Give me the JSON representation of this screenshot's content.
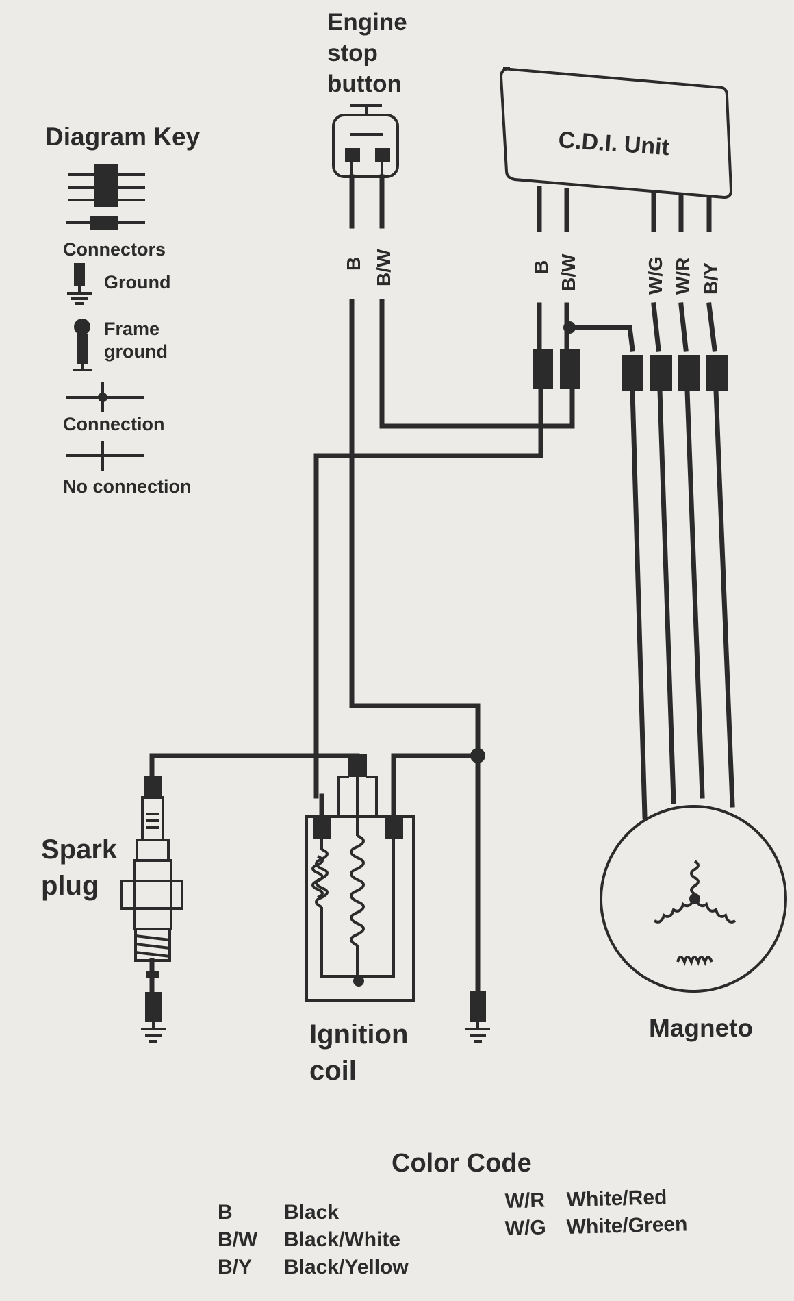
{
  "diagram_key": {
    "title": "Diagram Key",
    "connectors": "Connectors",
    "ground": "Ground",
    "frame_ground_line1": "Frame",
    "frame_ground_line2": "ground",
    "connection": "Connection",
    "no_connection": "No connection"
  },
  "components": {
    "engine_stop_line1": "Engine",
    "engine_stop_line2": "stop",
    "engine_stop_line3": "button",
    "cdi_unit": "C.D.I. Unit",
    "spark_plug_line1": "Spark",
    "spark_plug_line2": "plug",
    "ignition_coil_line1": "Ignition",
    "ignition_coil_line2": "coil",
    "magneto": "Magneto"
  },
  "wire_labels": {
    "stop_b": "B",
    "stop_bw": "B/W",
    "cdi_b": "B",
    "cdi_bw": "B/W",
    "cdi_wg": "W/G",
    "cdi_wr": "W/R",
    "cdi_by": "B/Y"
  },
  "color_code": {
    "title": "Color Code",
    "entries": [
      {
        "code": "B",
        "name": "Black"
      },
      {
        "code": "B/W",
        "name": "Black/White"
      },
      {
        "code": "B/Y",
        "name": "Black/Yellow"
      },
      {
        "code": "W/R",
        "name": "White/Red"
      },
      {
        "code": "W/G",
        "name": "White/Green"
      }
    ]
  }
}
